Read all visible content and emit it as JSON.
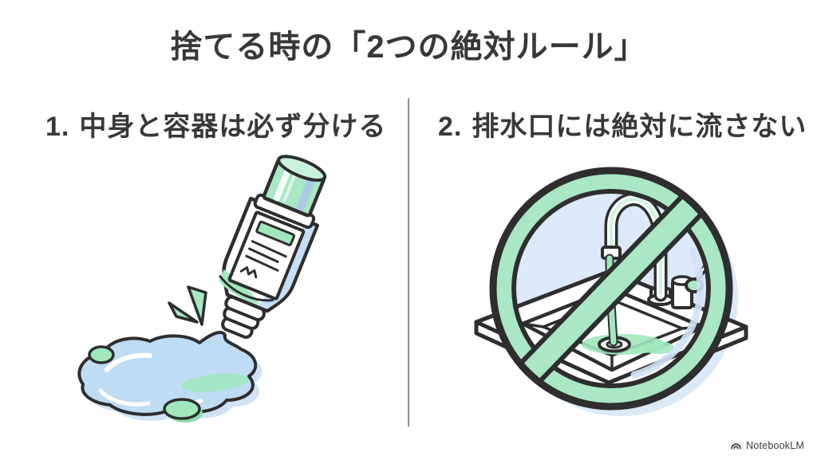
{
  "slide": {
    "title": "捨てる時の「2つの絶対ルール」",
    "rules": [
      {
        "number": "1.",
        "label": "中身と容器は必ず分ける",
        "illustration": "cosmetic-tube-spilling-contents-into-puddle"
      },
      {
        "number": "2.",
        "label": "排水口には絶対に流さない",
        "illustration": "prohibition-sign-over-sink-drain"
      }
    ],
    "footer": {
      "brand": "NotebookLM",
      "logo": "notebooklm-arc-logo"
    }
  },
  "colors": {
    "background": "#ffffff",
    "text": "#383838",
    "outline": "#2e2e2e",
    "mint": "#a9e7c5",
    "mint_light": "#c9f2dc",
    "green_accent": "#a0e8bc",
    "blue_light": "#bedcf4",
    "blue_shadow": "#cfe2f6",
    "cap_blue_stripe": "#a9c6ef",
    "divider": "#8f8f8f"
  }
}
